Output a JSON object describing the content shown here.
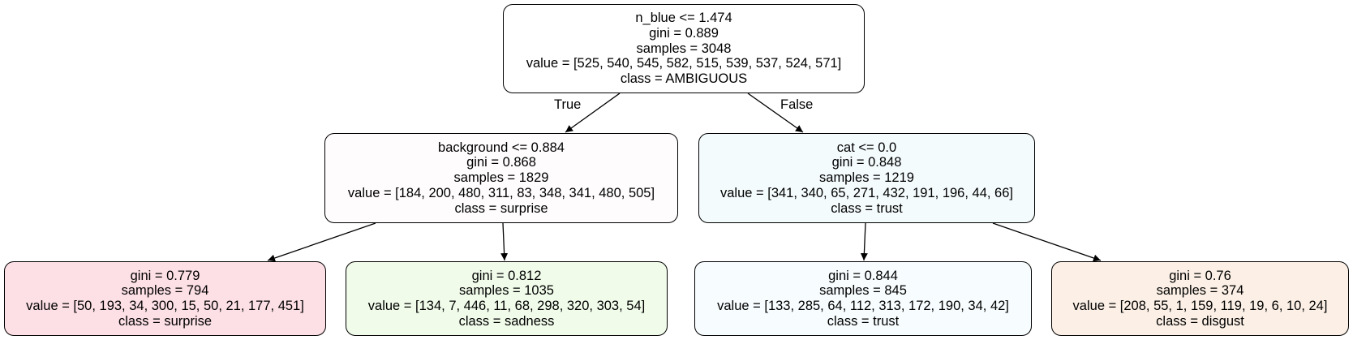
{
  "colors": {
    "n0": "#ffffff",
    "n1": "#fefcfd",
    "n2": "#fde0e6",
    "n3": "#f0fbea",
    "n4": "#f4fbfd",
    "n5": "#f7fcfe",
    "n6": "#fcf0e6"
  },
  "edges": {
    "true_label": "True",
    "false_label": "False"
  },
  "nodes": {
    "n0": {
      "split": "n_blue <= 1.474",
      "gini": "gini = 0.889",
      "samples": "samples = 3048",
      "value": "value = [525, 540, 545, 582, 515, 539, 537, 524, 571]",
      "class": "class = AMBIGUOUS"
    },
    "n1": {
      "split": "background <= 0.884",
      "gini": "gini = 0.868",
      "samples": "samples = 1829",
      "value": "value = [184, 200, 480, 311, 83, 348, 341, 480, 505]",
      "class": "class = surprise"
    },
    "n2": {
      "gini": "gini = 0.779",
      "samples": "samples = 794",
      "value": "value = [50, 193, 34, 300, 15, 50, 21, 177, 451]",
      "class": "class = surprise"
    },
    "n3": {
      "gini": "gini = 0.812",
      "samples": "samples = 1035",
      "value": "value = [134, 7, 446, 11, 68, 298, 320, 303, 54]",
      "class": "class = sadness"
    },
    "n4": {
      "split": "cat <= 0.0",
      "gini": "gini = 0.848",
      "samples": "samples = 1219",
      "value": "value = [341, 340, 65, 271, 432, 191, 196, 44, 66]",
      "class": "class = trust"
    },
    "n5": {
      "gini": "gini = 0.844",
      "samples": "samples = 845",
      "value": "value = [133, 285, 64, 112, 313, 172, 190, 34, 42]",
      "class": "class = trust"
    },
    "n6": {
      "gini": "gini = 0.76",
      "samples": "samples = 374",
      "value": "value = [208, 55, 1, 159, 119, 19, 6, 10, 24]",
      "class": "class = disgust"
    }
  }
}
